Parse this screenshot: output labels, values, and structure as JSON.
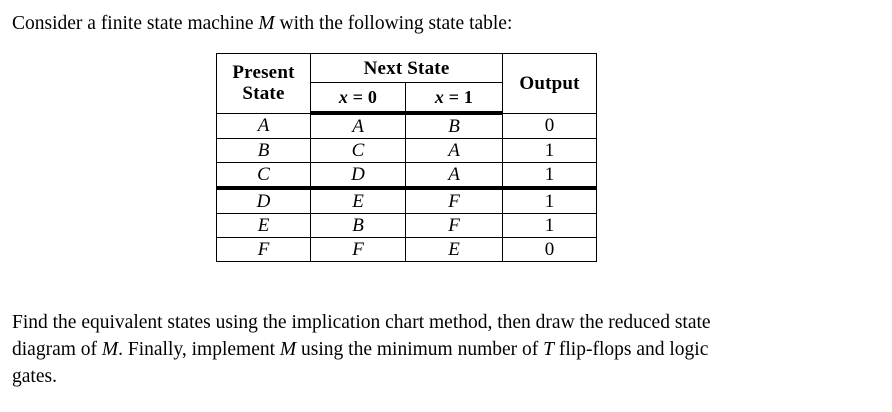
{
  "intro": {
    "before_m": "Consider a finite state machine ",
    "m": "M",
    "after_m": " with the following state table:"
  },
  "table": {
    "headers": {
      "present_state_line1": "Present",
      "present_state_line2": "State",
      "next_state": "Next State",
      "output": "Output",
      "x0_var": "x",
      "x0_eq": " = 0",
      "x1_var": "x",
      "x1_eq": " = 1"
    },
    "rows": [
      {
        "present": "A",
        "next_x0": "A",
        "next_x1": "B",
        "output": "0"
      },
      {
        "present": "B",
        "next_x0": "C",
        "next_x1": "A",
        "output": "1"
      },
      {
        "present": "C",
        "next_x0": "D",
        "next_x1": "A",
        "output": "1"
      },
      {
        "present": "D",
        "next_x0": "E",
        "next_x1": "F",
        "output": "1"
      },
      {
        "present": "E",
        "next_x0": "B",
        "next_x1": "F",
        "output": "1"
      },
      {
        "present": "F",
        "next_x0": "F",
        "next_x1": "E",
        "output": "0"
      }
    ]
  },
  "outro": {
    "line1_a": "Find the equivalent states using the implication chart method, then draw the reduced state",
    "line2_a": "diagram of ",
    "line2_m1": "M",
    "line2_b": ". Finally, implement ",
    "line2_m2": "M",
    "line2_c": " using the minimum number of ",
    "line2_t": "T",
    "line2_d": " flip-flops and logic",
    "line3_a": "gates."
  }
}
